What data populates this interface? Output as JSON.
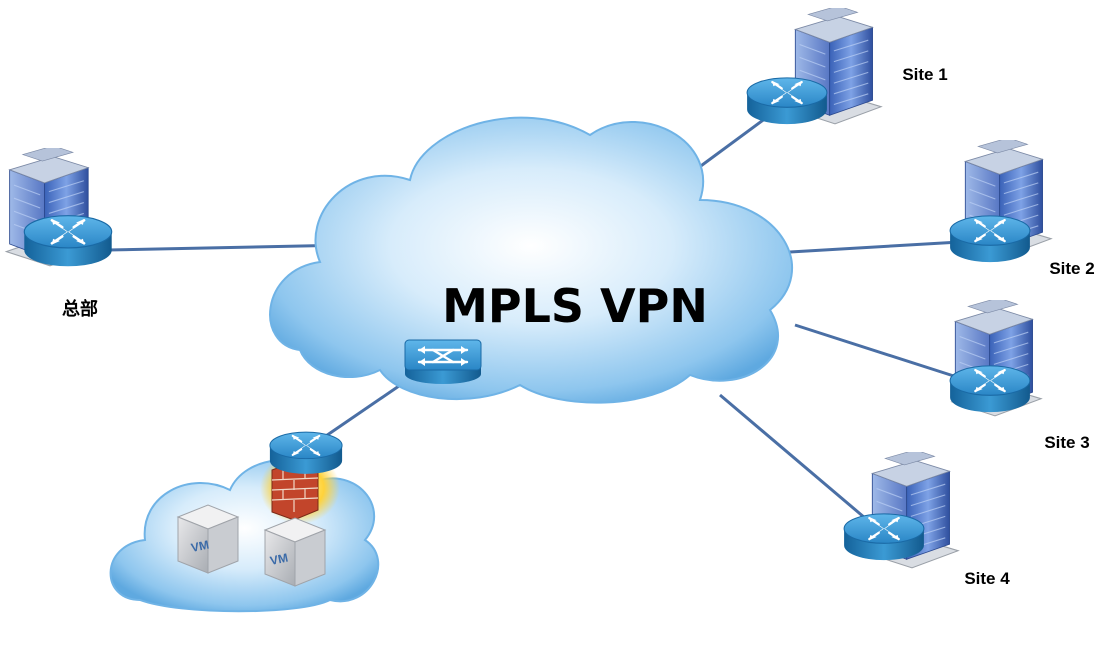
{
  "diagram": {
    "title": "MPLS VPN",
    "headquarters_label": "总部",
    "sites": [
      {
        "label": "Site 1"
      },
      {
        "label": "Site 2"
      },
      {
        "label": "Site 3"
      },
      {
        "label": "Site 4"
      }
    ],
    "vm_labels": [
      "VM",
      "VM"
    ]
  }
}
